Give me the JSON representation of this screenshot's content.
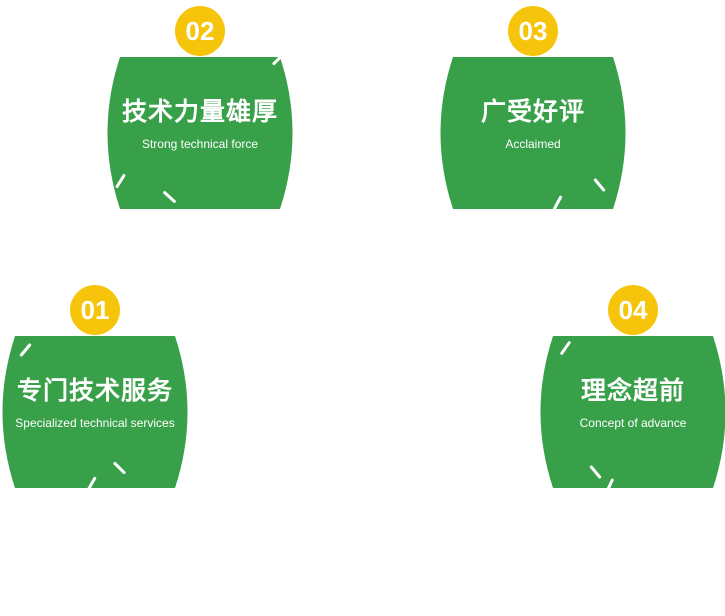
{
  "cards": [
    {
      "number": "01",
      "title": "专门技术服务",
      "subtitle": "Specialized technical services"
    },
    {
      "number": "02",
      "title": "技术力量雄厚",
      "subtitle": "Strong technical force"
    },
    {
      "number": "03",
      "title": "广受好评",
      "subtitle": "Acclaimed"
    },
    {
      "number": "04",
      "title": "理念超前",
      "subtitle": "Concept of advance"
    }
  ],
  "colors": {
    "green": "#38a048",
    "yellow": "#f5c40b",
    "text": "#ffffff"
  }
}
